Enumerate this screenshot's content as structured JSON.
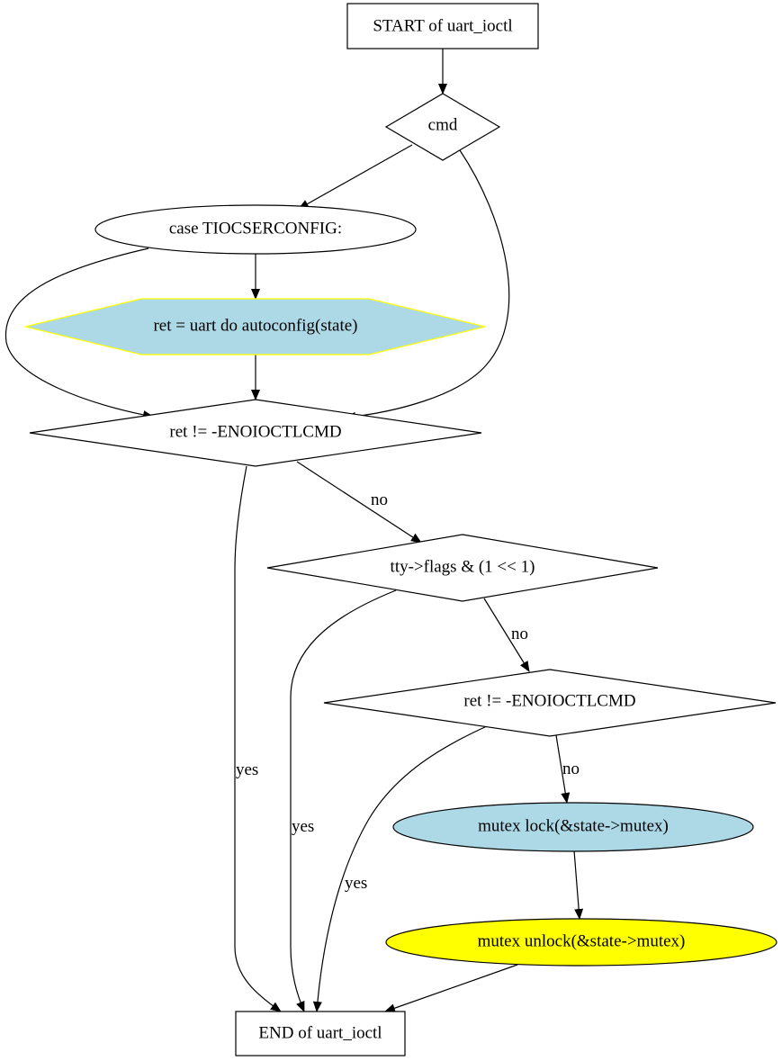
{
  "diagram": {
    "nodes": {
      "start": {
        "label": "START of uart_ioctl",
        "fill": "#ffffff",
        "stroke": "#000000"
      },
      "cmd": {
        "label": "cmd",
        "fill": "#ffffff",
        "stroke": "#000000"
      },
      "case_tiocserconfig": {
        "label": "case TIOCSERCONFIG:",
        "fill": "#ffffff",
        "stroke": "#000000"
      },
      "autoconfig": {
        "label": "ret = uart  do  autoconfig(state)",
        "fill": "#add8e6",
        "stroke": "#ffff00"
      },
      "check_ret_1": {
        "label": "ret != -ENOIOCTLCMD",
        "fill": "#ffffff",
        "stroke": "#000000"
      },
      "check_flags": {
        "label": "tty->flags & (1 << 1)",
        "fill": "#ffffff",
        "stroke": "#000000"
      },
      "check_ret_2": {
        "label": "ret != -ENOIOCTLCMD",
        "fill": "#ffffff",
        "stroke": "#000000"
      },
      "mutex_lock": {
        "label": "mutex  lock(&state->mutex)",
        "fill": "#add8e6",
        "stroke": "#000000"
      },
      "mutex_unlock": {
        "label": "mutex  unlock(&state->mutex)",
        "fill": "#ffff00",
        "stroke": "#000000"
      },
      "end": {
        "label": "END of uart_ioctl",
        "fill": "#ffffff",
        "stroke": "#000000"
      }
    },
    "edge_labels": {
      "ret1_no": "no",
      "ret1_yes": "yes",
      "flags_no": "no",
      "flags_yes": "yes",
      "ret2_no": "no",
      "ret2_yes": "yes"
    }
  }
}
